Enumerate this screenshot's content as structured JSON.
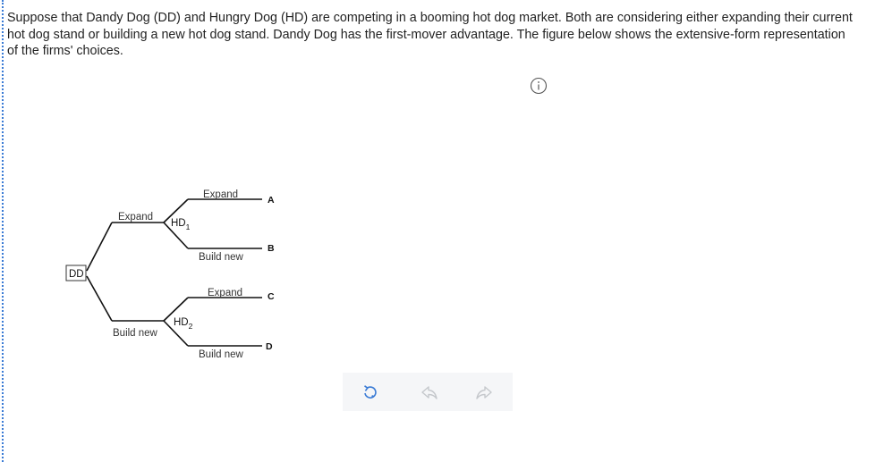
{
  "question": {
    "text": "Suppose that Dandy Dog (DD) and Hungry Dog (HD) are competing in a booming hot dog market. Both are considering either expanding their current hot dog stand or building a new hot dog stand. Dandy Dog has the first-mover advantage. The figure below shows the extensive-form representation of the firms' choices."
  },
  "info_icon": "info-circle-icon",
  "tree": {
    "root": "DD",
    "upper_node": {
      "name": "HD",
      "sub": "1"
    },
    "lower_node": {
      "name": "HD",
      "sub": "2"
    },
    "dd_branch_upper": "Expand",
    "dd_branch_lower": "Build new",
    "hd1_branch_upper": "Expand",
    "hd1_branch_lower": "Build new",
    "hd2_branch_upper": "Expand",
    "hd2_branch_lower": "Build new",
    "outcomes": [
      "A",
      "B",
      "C",
      "D"
    ]
  },
  "toolbar": {
    "reset_icon": "reset-icon",
    "undo_icon": "undo-icon",
    "redo_icon": "redo-icon"
  },
  "colors": {
    "accent": "#3a7bd5",
    "disabled_icon": "#c5c8cc",
    "toolbar_bg": "#f5f6f8"
  }
}
